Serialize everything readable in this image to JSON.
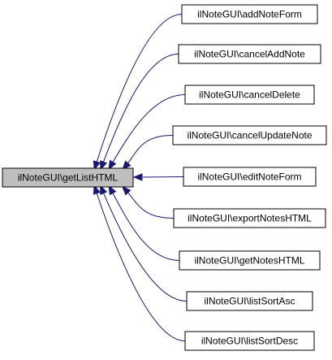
{
  "diagram": {
    "type": "caller-graph",
    "edge_color": "#191970",
    "focus_fill": "#bfbfbf",
    "focus": {
      "id": "getListHTML",
      "label": "ilNoteGUI\\getListHTML"
    },
    "callers": [
      {
        "id": "addNoteForm",
        "label": "ilNoteGUI\\addNoteForm"
      },
      {
        "id": "cancelAddNote",
        "label": "ilNoteGUI\\cancelAddNote"
      },
      {
        "id": "cancelDelete",
        "label": "ilNoteGUI\\cancelDelete"
      },
      {
        "id": "cancelUpdateNote",
        "label": "ilNoteGUI\\cancelUpdateNote"
      },
      {
        "id": "editNoteForm",
        "label": "ilNoteGUI\\editNoteForm"
      },
      {
        "id": "exportNotesHTML",
        "label": "ilNoteGUI\\exportNotesHTML"
      },
      {
        "id": "getNotesHTML",
        "label": "ilNoteGUI\\getNotesHTML"
      },
      {
        "id": "listSortAsc",
        "label": "ilNoteGUI\\listSortAsc"
      },
      {
        "id": "listSortDesc",
        "label": "ilNoteGUI\\listSortDesc"
      }
    ],
    "edges": [
      {
        "from": "addNoteForm",
        "to": "getListHTML"
      },
      {
        "from": "cancelAddNote",
        "to": "getListHTML"
      },
      {
        "from": "cancelDelete",
        "to": "getListHTML"
      },
      {
        "from": "cancelUpdateNote",
        "to": "getListHTML"
      },
      {
        "from": "editNoteForm",
        "to": "getListHTML"
      },
      {
        "from": "exportNotesHTML",
        "to": "getListHTML"
      },
      {
        "from": "getNotesHTML",
        "to": "getListHTML"
      },
      {
        "from": "listSortAsc",
        "to": "getListHTML"
      },
      {
        "from": "listSortDesc",
        "to": "getListHTML"
      }
    ]
  }
}
